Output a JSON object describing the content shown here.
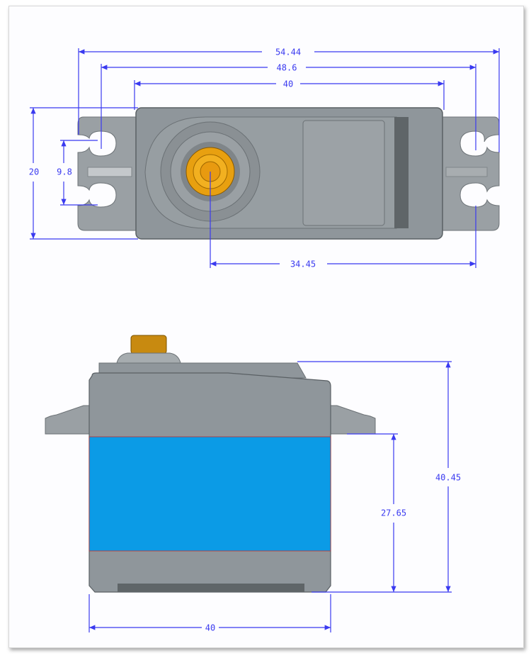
{
  "colors": {
    "dimension": "#3a3af0",
    "body": "#8f969b",
    "label_band": "#0b9be6",
    "gear": "#e8a010"
  },
  "top_view": {
    "dimensions": {
      "overall_length": "54.44",
      "mount_hole_spacing": "48.6",
      "body_length": "40",
      "body_width": "20",
      "hole_pitch": "9.8",
      "shaft_to_hole": "34.45"
    }
  },
  "side_view": {
    "dimensions": {
      "overall_height": "40.45",
      "flange_height": "27.65",
      "body_length": "40"
    }
  }
}
